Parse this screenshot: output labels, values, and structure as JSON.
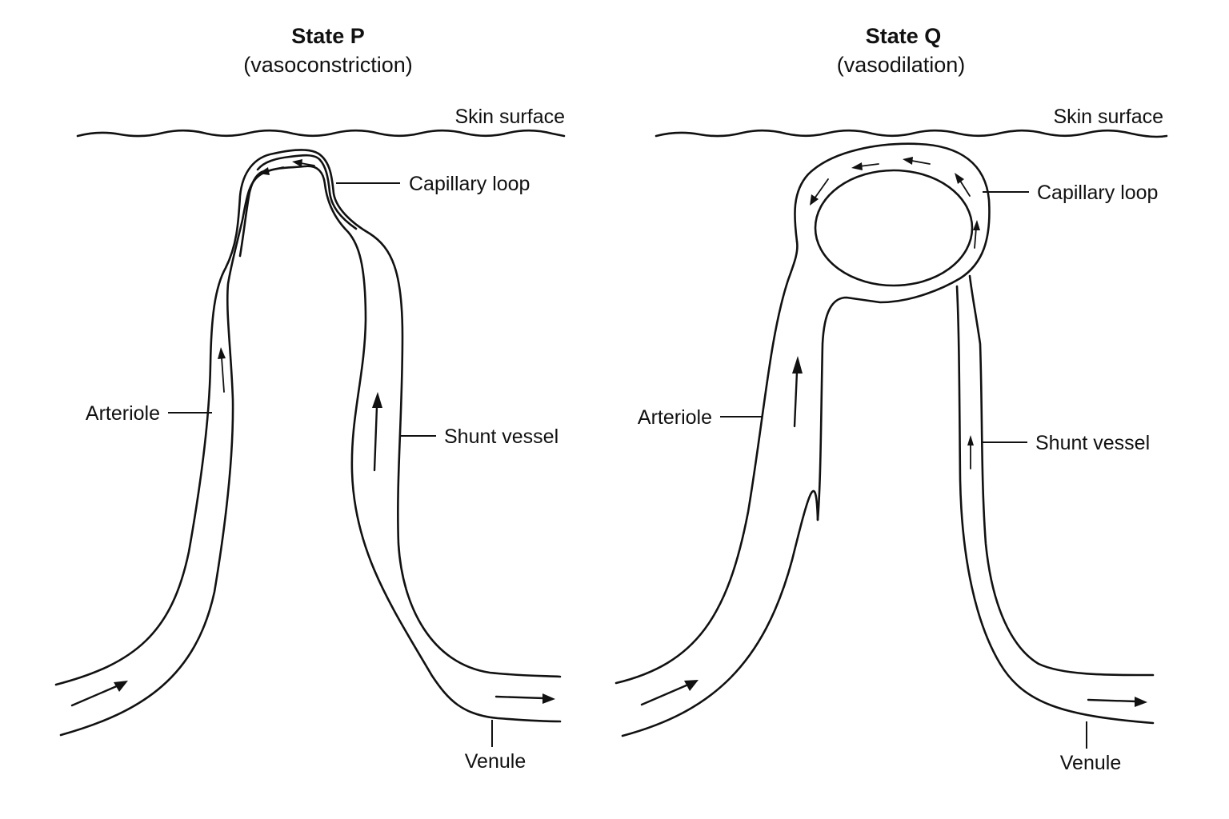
{
  "panels": [
    {
      "title": "State P",
      "subtitle": "(vasoconstriction)",
      "labels": {
        "skin_surface": "Skin surface",
        "capillary_loop": "Capillary loop",
        "arteriole": "Arteriole",
        "shunt_vessel": "Shunt vessel",
        "venule": "Venule"
      }
    },
    {
      "title": "State Q",
      "subtitle": "(vasodilation)",
      "labels": {
        "skin_surface": "Skin surface",
        "capillary_loop": "Capillary loop",
        "arteriole": "Arteriole",
        "shunt_vessel": "Shunt vessel",
        "venule": "Venule"
      }
    }
  ],
  "colors": {
    "line": "#111111",
    "background": "#ffffff"
  }
}
